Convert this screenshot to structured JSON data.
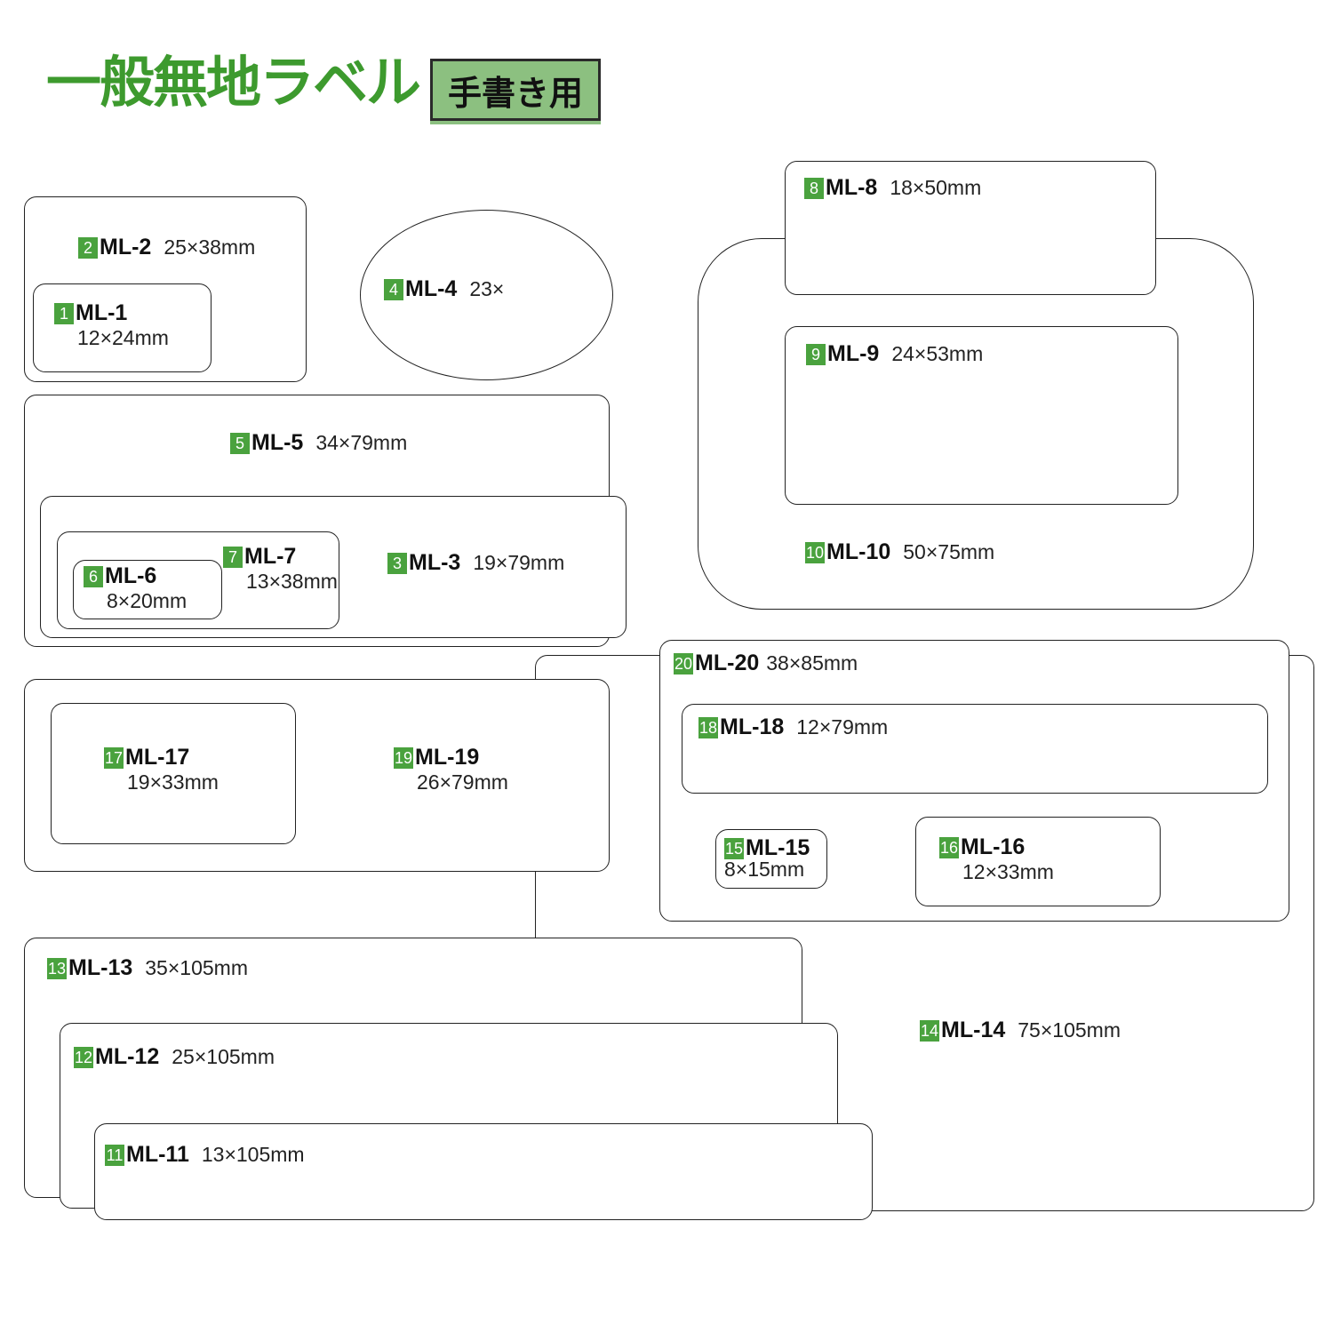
{
  "header": {
    "title": "一般無地ラベル",
    "badge": "手書き用"
  },
  "colors": {
    "accent_green": "#4aa23e",
    "title_green": "#3d9a2e",
    "badge_bg": "#8cc080"
  },
  "labels": [
    {
      "num": "1",
      "name": "ML-1",
      "size": "12×24mm"
    },
    {
      "num": "2",
      "name": "ML-2",
      "size": "25×38mm"
    },
    {
      "num": "3",
      "name": "ML-3",
      "size": "19×79mm"
    },
    {
      "num": "4",
      "name": "ML-4",
      "size": "23×"
    },
    {
      "num": "5",
      "name": "ML-5",
      "size": "34×79mm"
    },
    {
      "num": "6",
      "name": "ML-6",
      "size": "8×20mm"
    },
    {
      "num": "7",
      "name": "ML-7",
      "size": "13×38mm"
    },
    {
      "num": "8",
      "name": "ML-8",
      "size": "18×50mm"
    },
    {
      "num": "9",
      "name": "ML-9",
      "size": "24×53mm"
    },
    {
      "num": "10",
      "name": "ML-10",
      "size": "50×75mm"
    },
    {
      "num": "11",
      "name": "ML-11",
      "size": "13×105mm"
    },
    {
      "num": "12",
      "name": "ML-12",
      "size": "25×105mm"
    },
    {
      "num": "13",
      "name": "ML-13",
      "size": "35×105mm"
    },
    {
      "num": "14",
      "name": "ML-14",
      "size": "75×105mm"
    },
    {
      "num": "15",
      "name": "ML-15",
      "size": "8×15mm"
    },
    {
      "num": "16",
      "name": "ML-16",
      "size": "12×33mm"
    },
    {
      "num": "17",
      "name": "ML-17",
      "size": "19×33mm"
    },
    {
      "num": "18",
      "name": "ML-18",
      "size": "12×79mm"
    },
    {
      "num": "19",
      "name": "ML-19",
      "size": "26×79mm"
    },
    {
      "num": "20",
      "name": "ML-20",
      "size": "38×85mm"
    }
  ]
}
